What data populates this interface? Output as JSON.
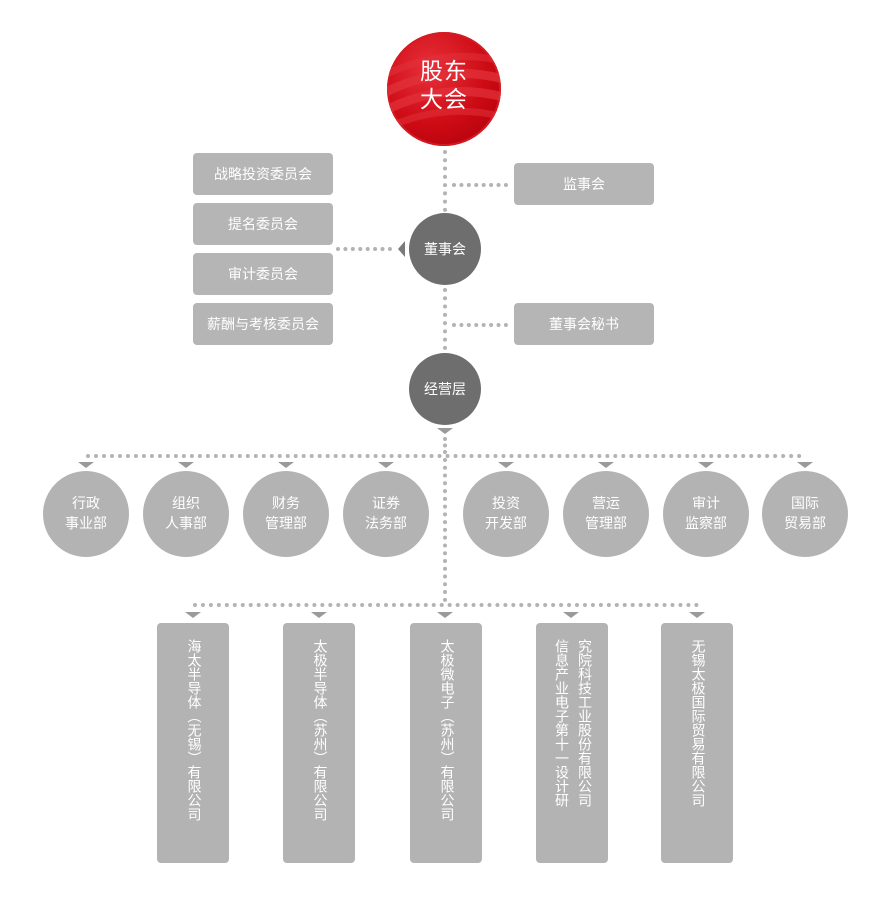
{
  "root": {
    "line1": "股东",
    "line2": "大会"
  },
  "board": {
    "label": "董事会"
  },
  "management": {
    "label": "经营层"
  },
  "supervisory": {
    "label": "监事会"
  },
  "board_secretary": {
    "label": "董事会秘书"
  },
  "committees": [
    {
      "label": "战略投资委员会"
    },
    {
      "label": "提名委员会"
    },
    {
      "label": "审计委员会"
    },
    {
      "label": "薪酬与考核委员会"
    }
  ],
  "departments": [
    {
      "line1": "行政",
      "line2": "事业部"
    },
    {
      "line1": "组织",
      "line2": "人事部"
    },
    {
      "line1": "财务",
      "line2": "管理部"
    },
    {
      "line1": "证券",
      "line2": "法务部"
    },
    {
      "line1": "投资",
      "line2": "开发部"
    },
    {
      "line1": "营运",
      "line2": "管理部"
    },
    {
      "line1": "审计",
      "line2": "监察部"
    },
    {
      "line1": "国际",
      "line2": "贸易部"
    }
  ],
  "subsidiaries": [
    {
      "col1": "海太半导体（无锡）有限公司",
      "col2": ""
    },
    {
      "col1": "太极半导体（苏州）有限公司",
      "col2": ""
    },
    {
      "col1": "太极微电子（苏州）有限公司",
      "col2": ""
    },
    {
      "col1": "信息产业电子第十一设计研",
      "col2": "究院科技工业股份有限公司"
    },
    {
      "col1": "无锡太极国际贸易有限公司",
      "col2": ""
    }
  ],
  "colors": {
    "root_red": "#cc0a14",
    "dark_node": "#6e6e6e",
    "light_node": "#b3b3b3",
    "connector": "#b3b3b3"
  }
}
